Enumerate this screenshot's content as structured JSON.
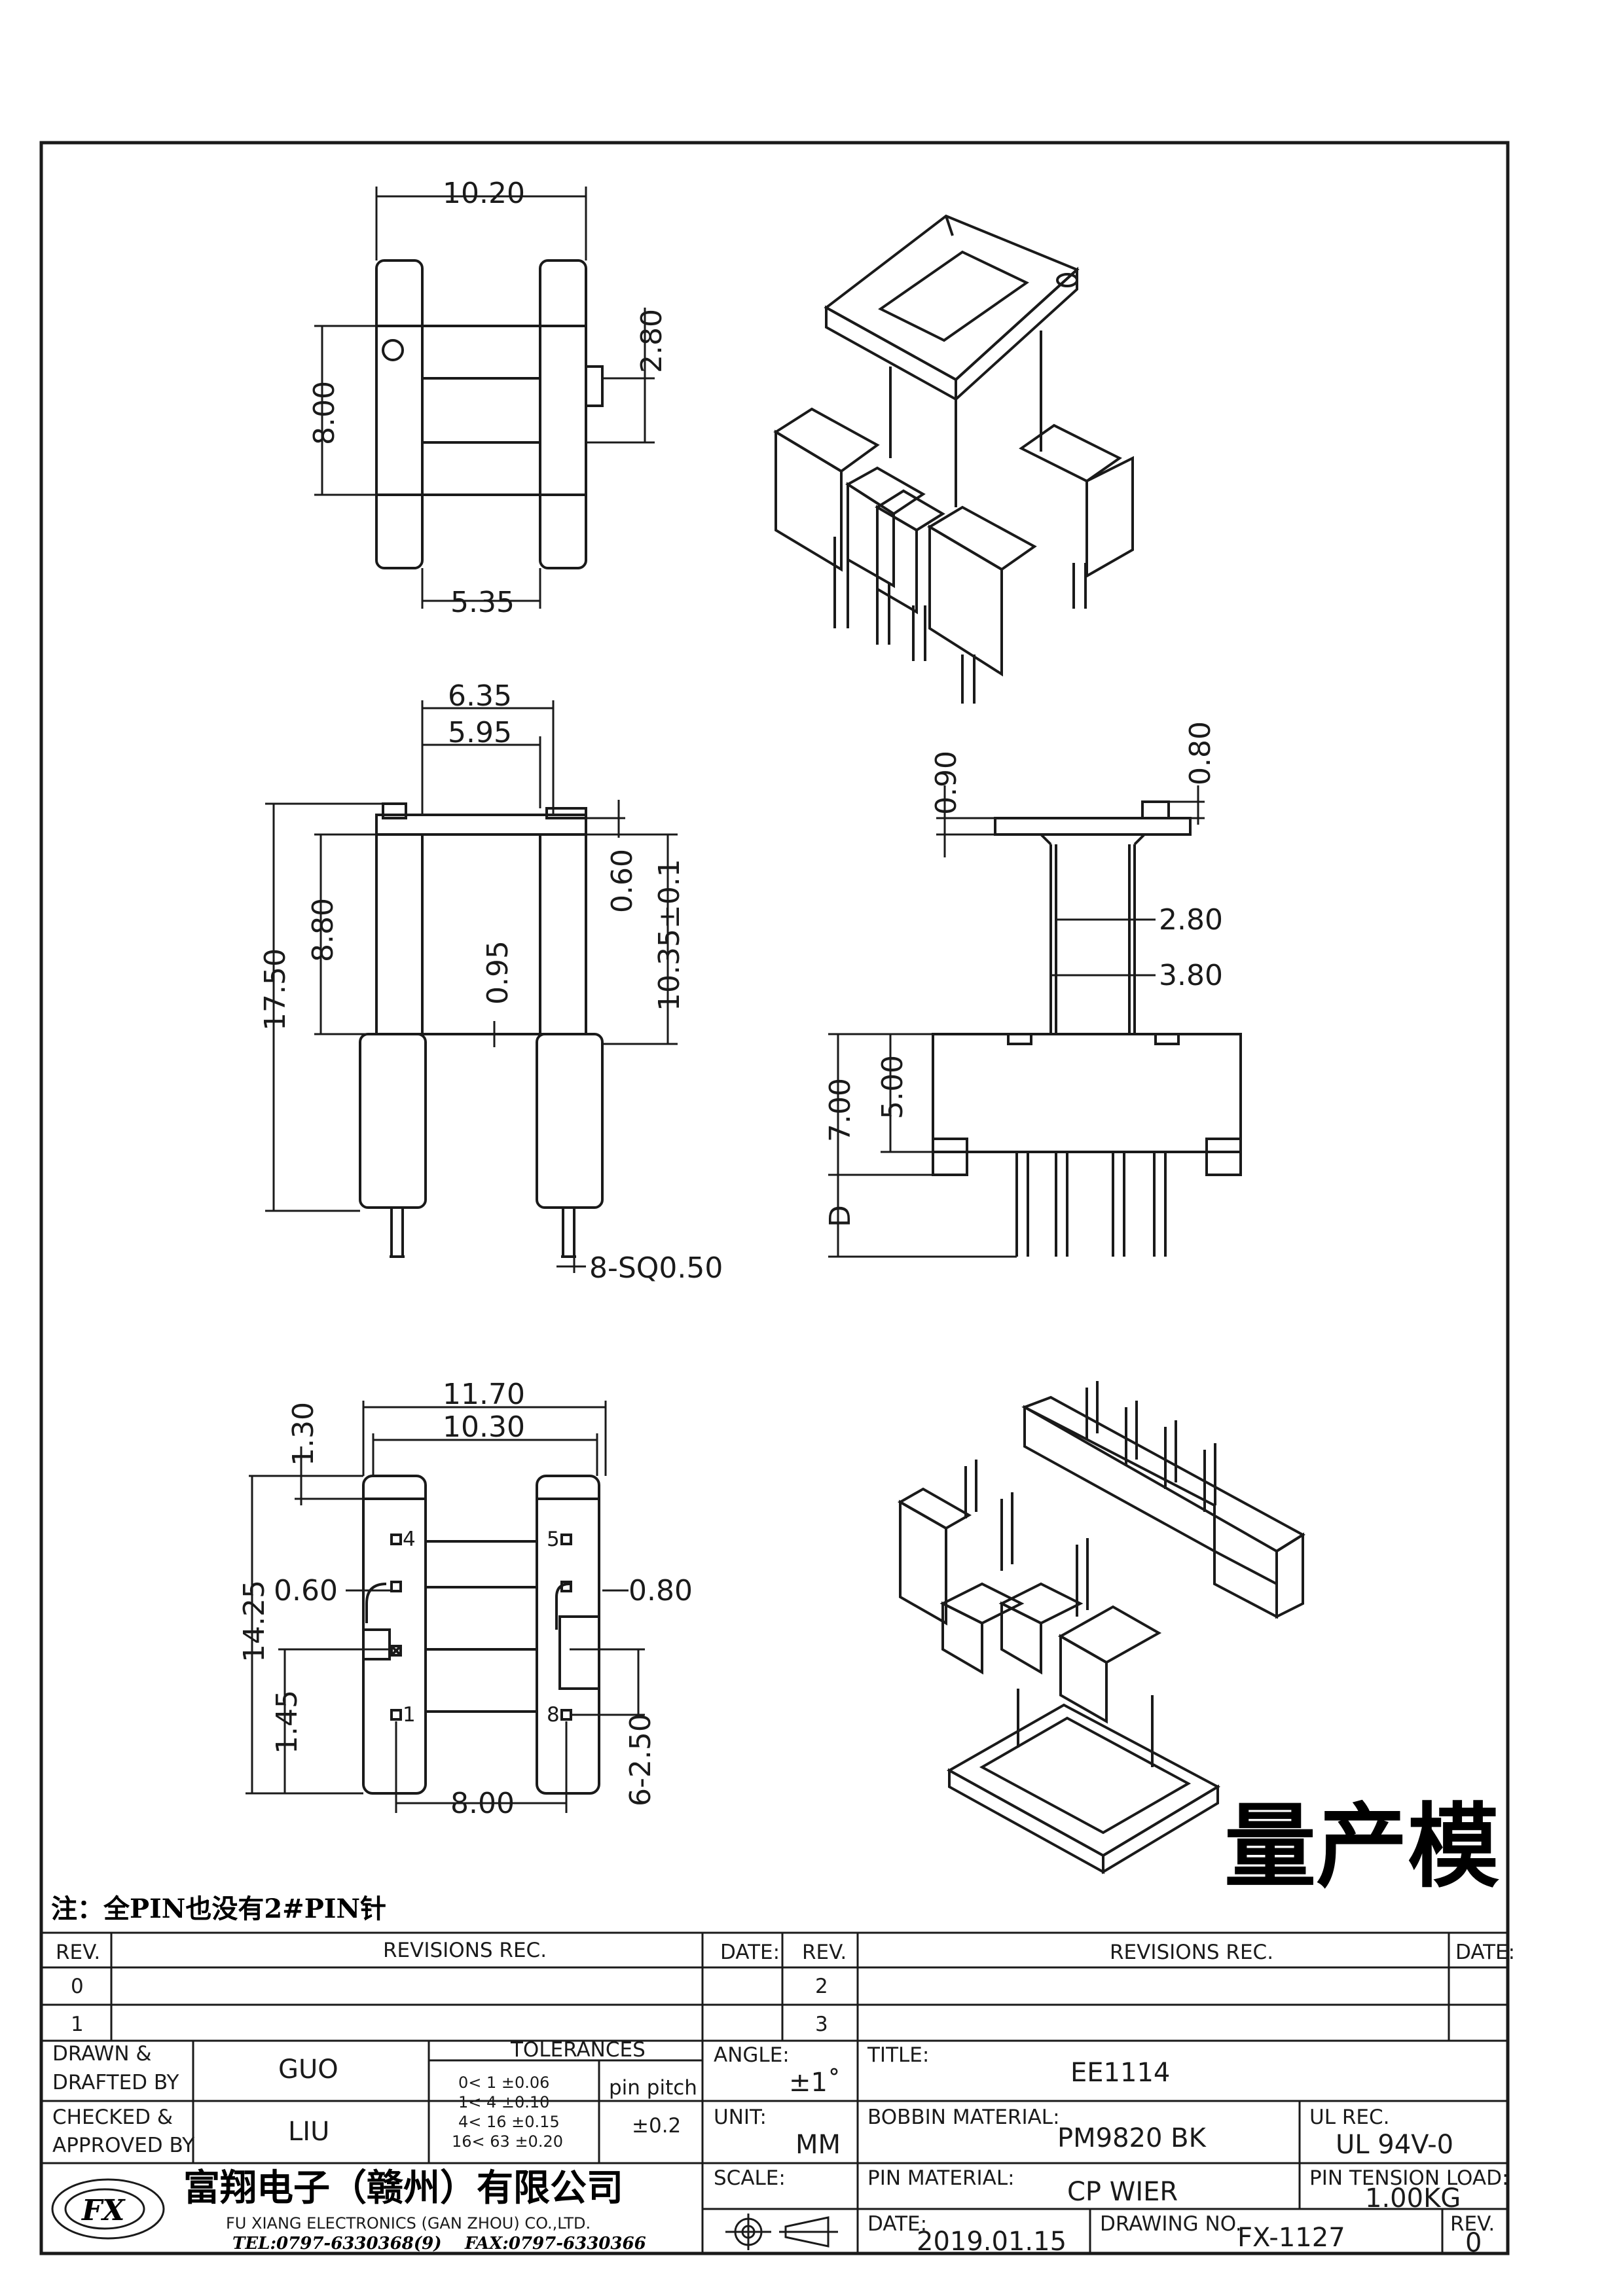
{
  "drawing": {
    "top_view": {
      "width": "10.20",
      "height": "8.00",
      "offset": "2.80",
      "spacing": "5.35"
    },
    "front_view": {
      "top_outer": "6.35",
      "top_inner": "5.95",
      "total_height": "17.50",
      "body_height": "8.80",
      "flange_thk": "0.60",
      "mid_thk": "0.95",
      "pin_height": "10.35±0.1",
      "pins": "8-SQ0.50"
    },
    "side_view": {
      "flange_a": "0.90",
      "flange_b": "0.80",
      "inner": "2.80",
      "outer": "3.80",
      "base_h": "7.00",
      "slot_h": "5.00",
      "pin_len": "D"
    },
    "bottom_view": {
      "outer_w": "11.70",
      "inner_w": "10.30",
      "edge": "1.30",
      "height": "14.25",
      "left_off": "0.60",
      "right_off": "0.80",
      "low": "1.45",
      "pitch_w": "8.00",
      "pitch": "6-2.50",
      "pin_labels": [
        "4",
        "5",
        "1",
        "8"
      ]
    },
    "stamp": "量产模",
    "note": "注：全PIN也没有2#PIN针"
  },
  "title_block": {
    "rev_header": "REV.",
    "revisions_header": "REVISIONS   REC.",
    "date_header": "DATE:",
    "rev_rows": [
      "0",
      "1",
      "2",
      "3"
    ],
    "drawn_label": "DRAWN &\nDRAFTED BY",
    "drawn_value": "GUO",
    "checked_label": "CHECKED &\nAPPROVED BY",
    "checked_value": "LIU",
    "tolerances_label": "TOLERANCES",
    "tolerances": [
      "0<   1   ±0.06",
      "1<   4   ±0.10",
      "4<  16  ±0.15",
      "16<  63  ±0.20"
    ],
    "pin_pitch_label": "pin pitch",
    "pin_pitch_value": "±0.2",
    "angle_label": "ANGLE:",
    "angle_value": "±1˚",
    "unit_label": "UNIT:",
    "unit_value": "MM",
    "scale_label": "SCALE:",
    "title_label": "TITLE:",
    "title_value": "EE1114",
    "bobbin_label": "BOBBIN MATERIAL:",
    "bobbin_value": "PM9820  BK",
    "ul_label": "UL REC.",
    "ul_value": "UL  94V-0",
    "pin_material_label": "PIN MATERIAL:",
    "pin_material_value": "CP  WIER",
    "tension_label": "PIN TENSION LOAD:",
    "tension_value": "1.00KG",
    "date_label": "DATE:",
    "date_value": "2019.01.15",
    "drawing_no_label": "DRAWING NO.",
    "drawing_no_value": "FX-1127",
    "rev_label": "REV.",
    "rev_value": "0",
    "company_cn": "富翔电子（赣州）有限公司",
    "company_en": "FU XIANG ELECTRONICS (GAN ZHOU) CO.,LTD.",
    "tel": "TEL:0797-6330368(9)",
    "fax": "FAX:0797-6330366",
    "logo_text": "FX"
  }
}
